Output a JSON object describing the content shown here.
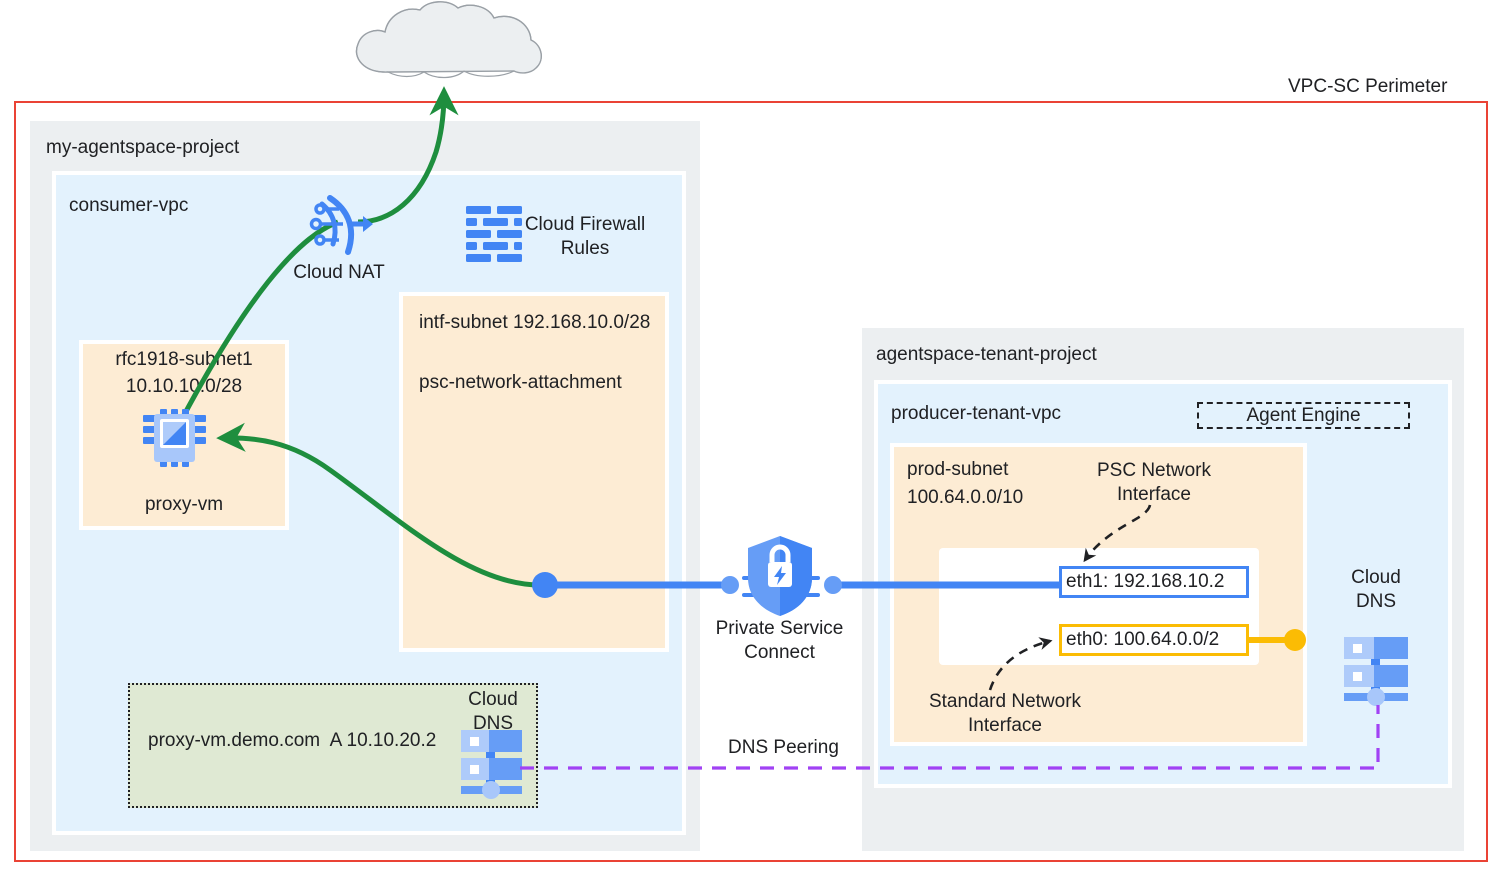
{
  "diagram": {
    "title": "VPC-SC Perimeter",
    "perimeter_label": "VPC-SC Perimeter",
    "perimeter_color": "#ea4335"
  },
  "internet": {
    "label": "Internet"
  },
  "consumer_project": {
    "label": "my-agentspace-project",
    "vpc": {
      "label": "consumer-vpc",
      "cloud_nat": {
        "label": "Cloud NAT"
      },
      "firewall": {
        "label": "Cloud Firewall\nRules"
      },
      "rfc1918_subnet": {
        "name": "rfc1918-subnet1",
        "cidr": "10.10.10.0/28",
        "vm_label": "proxy-vm"
      },
      "intf_subnet": {
        "name_cidr": "intf-subnet 192.168.10.0/28",
        "attachment": "psc-network-attachment"
      },
      "dns_zone": {
        "record": "proxy-vm.demo.com  A 10.10.20.2",
        "cloud_dns_label": "Cloud\nDNS"
      }
    }
  },
  "psc": {
    "label": "Private Service\nConnect"
  },
  "dns_peering": {
    "label": "DNS Peering",
    "color": "#a142f4"
  },
  "tenant_project": {
    "label": "agentspace-tenant-project",
    "vpc": {
      "label": "producer-tenant-vpc",
      "agent_engine": {
        "label": "Agent Engine"
      },
      "prod_subnet": {
        "name": "prod-subnet",
        "cidr": "100.64.0.0/10",
        "psc_annotation": "PSC Network\nInterface",
        "standard_annotation": "Standard Network\nInterface",
        "interfaces": [
          {
            "id": "eth1",
            "text": "eth1: 192.168.10.2",
            "color": "#4285f4"
          },
          {
            "id": "eth0",
            "text": "eth0: 100.64.0.0/2",
            "color": "#fbbc04"
          }
        ]
      },
      "cloud_dns": {
        "label": "Cloud\nDNS"
      }
    }
  },
  "colors": {
    "green_flow": "#1e8e3e",
    "blue_link": "#4285f4",
    "orange_link": "#fbbc04",
    "purple_dashed": "#a142f4",
    "project_bg": "#eceff1",
    "vpc_bg": "#e3f2fd",
    "subnet_bg": "#fdecd4",
    "dns_zone_bg": "#dfe9d3"
  }
}
